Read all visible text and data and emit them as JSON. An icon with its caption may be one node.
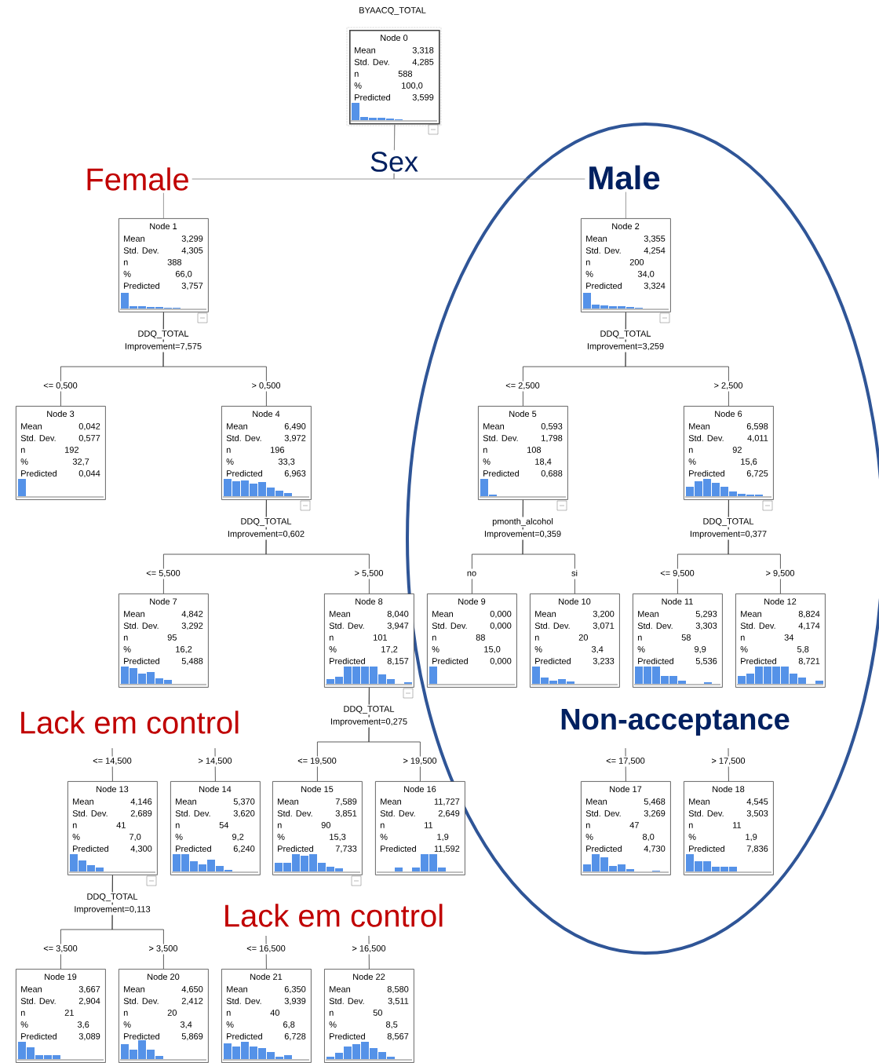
{
  "diagram": {
    "title": "BYAACQ_TOTAL",
    "nodes": [
      {
        "text": [
          "Node 0",
          "Mean",
          "3,318",
          "Std. Dev.",
          "4,285",
          "n",
          "588",
          "%",
          "100,0",
          "Predicted",
          "3,599"
        ],
        "beside": [
          "Sex"
        ]
      },
      {
        "text": [
          "Node 1",
          "Mean",
          "3,299",
          "Std. Dev.",
          "4,305",
          "n",
          "388",
          "%",
          "66,0",
          "Predicted",
          "3,757"
        ],
        "beside": [
          "DDQ_TOTAL",
          "Improvement=7,575"
        ]
      },
      {
        "text": [
          "Node 2",
          "Mean",
          "3,355",
          "Std. Dev.",
          "4,254",
          "n",
          "200",
          "%",
          "34,0",
          "Predicted",
          "3,324"
        ],
        "beside": [
          "DDQ_TOTAL",
          "Improvement=3,259"
        ]
      },
      {
        "text": [
          "Node 3",
          "Mean",
          "0,042",
          "Std. Dev.",
          "0,577",
          "n",
          "192",
          "%",
          "32,7",
          "Predicted",
          "0,044"
        ]
      },
      {
        "text": [
          "Node 4",
          "Mean",
          "6,490",
          "Std. Dev.",
          "3,972",
          "n",
          "196",
          "%",
          "33,3",
          "Predicted",
          "6,963"
        ],
        "beside": [
          "DDQ_TOTAL",
          "Improvement=0,602"
        ]
      },
      {
        "text": [
          "Node 5",
          "Mean",
          "0,593",
          "Std. Dev.",
          "1,798",
          "n",
          "108",
          "%",
          "18,4",
          "Predicted",
          "0,688"
        ],
        "beside": [
          "pmonth_alcohol",
          "Improvement=0,359"
        ]
      },
      {
        "text": [
          "Node 6",
          "Mean",
          "6,598",
          "Std. Dev.",
          "4,011",
          "n",
          "92",
          "%",
          "15,6",
          "Predicted",
          "6,725"
        ],
        "beside": [
          "DDQ_TOTAL",
          "Improvement=0,377"
        ]
      },
      {
        "text": [
          "Node 7",
          "Mean",
          "4,842",
          "Std. Dev.",
          "3,292",
          "n",
          "95",
          "%",
          "16,2",
          "Predicted",
          "5,488"
        ]
      },
      {
        "text": [
          "Node 8",
          "Mean",
          "8,040",
          "Std. Dev.",
          "3,947",
          "n",
          "101",
          "%",
          "17,2",
          "Predicted",
          "8,157"
        ],
        "beside": [
          "DDQ_TOTAL",
          "Improvement=0,275"
        ]
      },
      {
        "text": [
          "Node 9",
          "Mean",
          "0,000",
          "Std. Dev.",
          "0,000",
          "n",
          "88",
          "%",
          "15,0",
          "Predicted",
          "0,000"
        ]
      },
      {
        "text": [
          "Node 10",
          "Mean",
          "3,200",
          "Std. Dev.",
          "3,071",
          "n",
          "20",
          "%",
          "3,4",
          "Predicted",
          "3,233"
        ]
      },
      {
        "text": [
          "Node 11",
          "Mean",
          "5,293",
          "Std. Dev.",
          "3,303",
          "n",
          "58",
          "%",
          "9,9",
          "Predicted",
          "5,536"
        ]
      },
      {
        "text": [
          "Node 12",
          "Mean",
          "8,824",
          "Std. Dev.",
          "4,174",
          "n",
          "34",
          "%",
          "5,8",
          "Predicted",
          "8,721"
        ]
      },
      {
        "text": [
          "Node 13",
          "Mean",
          "4,146",
          "Std. Dev.",
          "2,689",
          "n",
          "41",
          "%",
          "7,0",
          "Predicted",
          "4,300"
        ],
        "beside": [
          "DDQ_TOTAL",
          "Improvement=0,113"
        ]
      },
      {
        "text": [
          "Node 14",
          "Mean",
          "5,370",
          "Std. Dev.",
          "3,620",
          "n",
          "54",
          "%",
          "9,2",
          "Predicted",
          "6,240"
        ]
      },
      {
        "text": [
          "Node 15",
          "Mean",
          "7,589",
          "Std. Dev.",
          "3,851",
          "n",
          "90",
          "%",
          "15,3",
          "Predicted",
          "7,733"
        ]
      },
      {
        "text": [
          "Node 16",
          "Mean",
          "11,727",
          "Std. Dev.",
          "2,649",
          "n",
          "11",
          "%",
          "1,9",
          "Predicted",
          "11,592"
        ]
      },
      {
        "text": [
          "Node 17",
          "Mean",
          "5,468",
          "Std. Dev.",
          "3,269",
          "n",
          "47",
          "%",
          "8,0",
          "Predicted",
          "4,730"
        ]
      },
      {
        "text": [
          "Node 18",
          "Mean",
          "4,545",
          "Std. Dev.",
          "3,503",
          "n",
          "11",
          "%",
          "1,9",
          "Predicted",
          "7,836"
        ]
      },
      {
        "text": [
          "Node 19",
          "Mean",
          "3,667",
          "Std. Dev.",
          "2,904",
          "n",
          "21",
          "%",
          "3,6",
          "Predicted",
          "3,089"
        ]
      },
      {
        "text": [
          "Node 20",
          "Mean",
          "4,650",
          "Std. Dev.",
          "2,412",
          "n",
          "20",
          "%",
          "3,4",
          "Predicted",
          "5,869"
        ]
      },
      {
        "text": [
          "Node 21",
          "Mean",
          "6,350",
          "Std. Dev.",
          "3,939",
          "n",
          "40",
          "%",
          "6,8",
          "Predicted",
          "6,728"
        ]
      },
      {
        "text": [
          "Node 22",
          "Mean",
          "8,580",
          "Std. Dev.",
          "3,511",
          "n",
          "50",
          "%",
          "8,5",
          "Predicted",
          "8,567"
        ]
      }
    ],
    "edges": [
      {
        "from": 0,
        "to": 1,
        "arrow": "none",
        "label": "Female",
        "color": "#808080"
      },
      {
        "from": 0,
        "to": 2,
        "arrow": "none",
        "label": "Male",
        "color": "#808080"
      },
      {
        "from": 1,
        "to": 3,
        "arrow": "none",
        "label": "<= 0,500"
      },
      {
        "from": 1,
        "to": 4,
        "arrow": "none",
        "label": "> 0,500"
      },
      {
        "from": 2,
        "to": 5,
        "arrow": "none",
        "label": "<= 2,500"
      },
      {
        "from": 2,
        "to": 6,
        "arrow": "none",
        "label": "> 2,500"
      },
      {
        "from": 4,
        "to": 7,
        "arrow": "none",
        "label": "<= 5,500"
      },
      {
        "from": 4,
        "to": 8,
        "arrow": "none",
        "label": "> 5,500"
      },
      {
        "from": 5,
        "to": 9,
        "arrow": "none",
        "label": "no"
      },
      {
        "from": 5,
        "to": 10,
        "arrow": "none",
        "label": "si"
      },
      {
        "from": 6,
        "to": 11,
        "arrow": "none",
        "label": "<= 9,500"
      },
      {
        "from": 6,
        "to": 12,
        "arrow": "none",
        "label": "> 9,500"
      },
      {
        "from": null,
        "to": 13,
        "arrow": "none",
        "label": "<= 14,500"
      },
      {
        "from": null,
        "to": 14,
        "arrow": "none",
        "label": "> 14,500"
      },
      {
        "from": 8,
        "to": 15,
        "arrow": "none",
        "label": "<= 19,500"
      },
      {
        "from": 8,
        "to": 16,
        "arrow": "none",
        "label": "> 19,500"
      },
      {
        "from": null,
        "to": 17,
        "arrow": "none",
        "label": "<= 17,500"
      },
      {
        "from": null,
        "to": 18,
        "arrow": "none",
        "label": "> 17,500"
      },
      {
        "from": 13,
        "to": 19,
        "arrow": "none",
        "label": "<= 3,500"
      },
      {
        "from": 13,
        "to": 20,
        "arrow": "none",
        "label": "> 3,500"
      },
      {
        "from": null,
        "to": 21,
        "arrow": "none",
        "label": "<= 16,500"
      },
      {
        "from": null,
        "to": 22,
        "arrow": "none",
        "label": "> 16,500"
      }
    ],
    "labels": [
      "Lack em control",
      "Non-acceptance",
      "Lack em control"
    ]
  }
}
